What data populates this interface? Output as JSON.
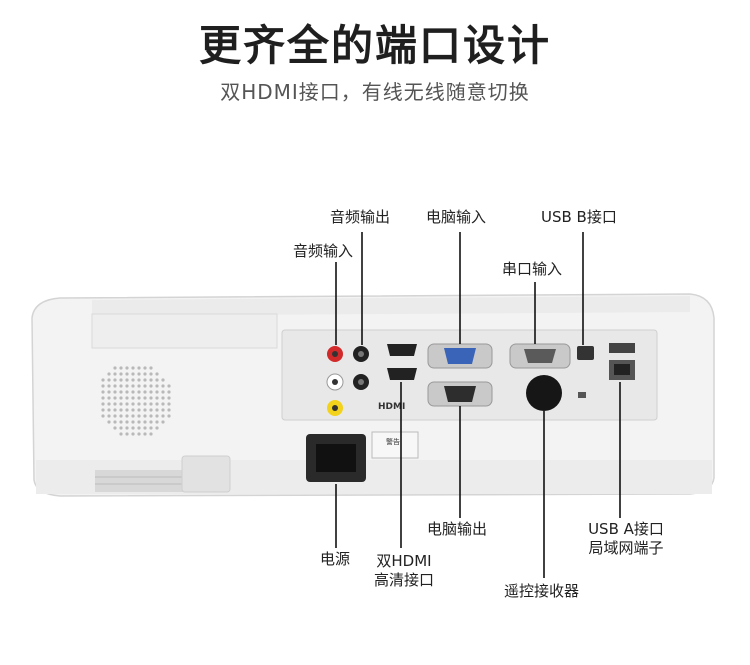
{
  "header": {
    "title": "更齐全的端口设计",
    "subtitle": "双HDMI接口，有线无线随意切换"
  },
  "callouts": {
    "audio_out": "音频输出",
    "audio_in": "音频输入",
    "pc_in": "电脑输入",
    "usb_b": "USB B接口",
    "serial_in": "串口输入",
    "power": "电源",
    "dual_hdmi_line1": "双HDMI",
    "dual_hdmi_line2": "高清接口",
    "pc_out": "电脑输出",
    "remote_receiver": "遥控接收器",
    "usb_a_line1": "USB A接口",
    "usb_a_line2": "局域网端子"
  },
  "panel_marks": {
    "hdmi_logo": "HDMI",
    "warning": "警告"
  },
  "colors": {
    "body": "#f2f2f2",
    "panel": "#e9e9e9",
    "vga_blue": "#3a64b8",
    "rca_red": "#d22a2a",
    "rca_yellow": "#f2d21a",
    "line": "#111111"
  }
}
